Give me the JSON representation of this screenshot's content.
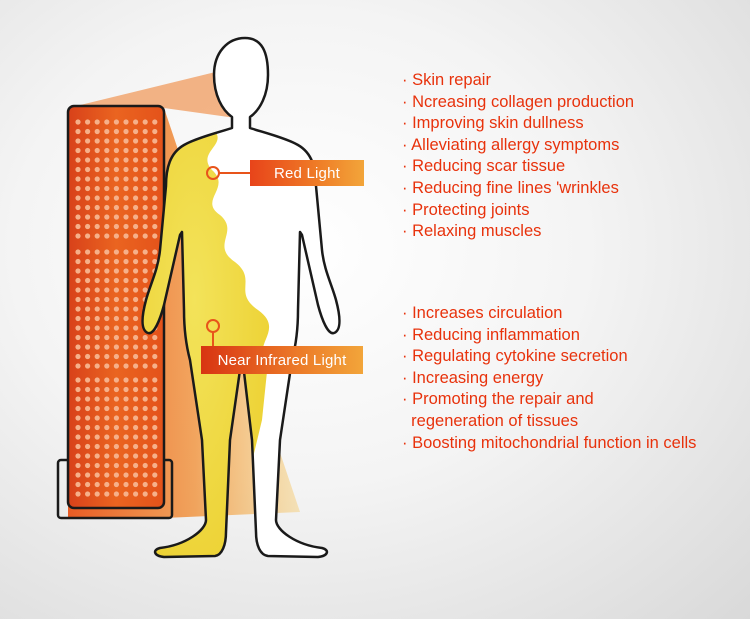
{
  "labels": {
    "red_light": "Red Light",
    "near_infrared_light": "Near Infrared Light"
  },
  "red_light_benefits": [
    "· Skin repair",
    "· Ncreasing collagen production",
    "· Improving skin dullness",
    "· Alleviating allergy symptoms",
    "· Reducing scar tissue",
    "· Reducing fine lines 'wrinkles",
    "· Protecting joints",
    "· Relaxing muscles"
  ],
  "near_infrared_benefits": [
    "· Increases circulation",
    "· Reducing inflammation",
    "· Regulating cytokine secretion",
    "· Increasing energy",
    "· Promoting the repair and",
    "  regeneration of tissues",
    "· Boosting mitochondrial function in cells"
  ],
  "colors": {
    "text_accent": "#e8320c",
    "panel_orange": "#e8541a",
    "body_glow_yellow": "#f0d63a",
    "outline": "#1a1a1a"
  }
}
